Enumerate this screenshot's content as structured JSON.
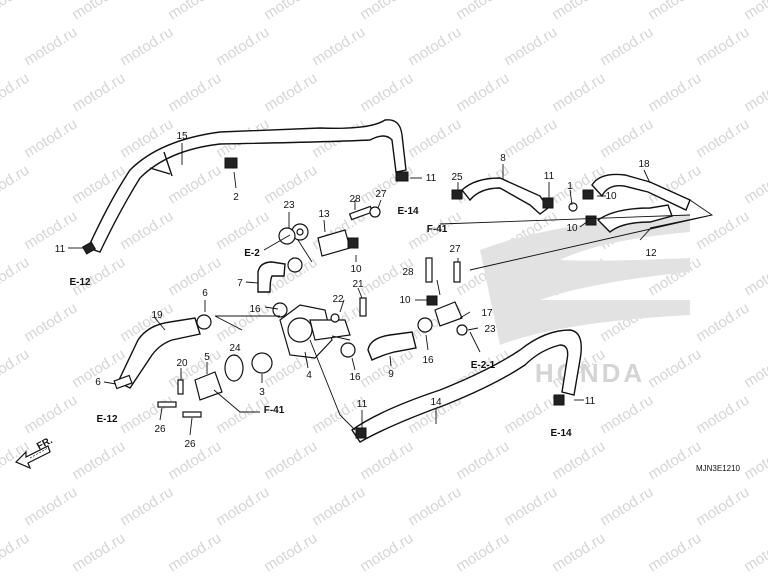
{
  "watermark": "motod.ru",
  "logo": {
    "text": "HONDA",
    "color": "#d7d7d7"
  },
  "diagram_code": "MJN3E1210",
  "front_label": "FR.",
  "parts": {
    "p1": "1",
    "p2": "2",
    "p3": "3",
    "p4": "4",
    "p5": "5",
    "p6a": "6",
    "p6b": "6",
    "p7": "7",
    "p8": "8",
    "p9": "9",
    "p10a": "10",
    "p10b": "10",
    "p10c": "10",
    "p10d": "10",
    "p11a": "11",
    "p11b": "11",
    "p11c": "11",
    "p11d": "11",
    "p11e": "11",
    "p12": "12",
    "p13": "13",
    "p14": "14",
    "p15": "15",
    "p16a": "16",
    "p16b": "16",
    "p16c": "16",
    "p17": "17",
    "p18": "18",
    "p19": "19",
    "p20": "20",
    "p21": "21",
    "p22": "22",
    "p23a": "23",
    "p23b": "23",
    "p24": "24",
    "p25": "25",
    "p26a": "26",
    "p26b": "26",
    "p27a": "27",
    "p27b": "27",
    "p28a": "28",
    "p28b": "28"
  },
  "refs": {
    "e12a": "E-12",
    "e12b": "E-12",
    "e14a": "E-14",
    "e14b": "E-14",
    "e2": "E-2",
    "e21": "E-2-1",
    "f41a": "F-41",
    "f41b": "F-41"
  }
}
